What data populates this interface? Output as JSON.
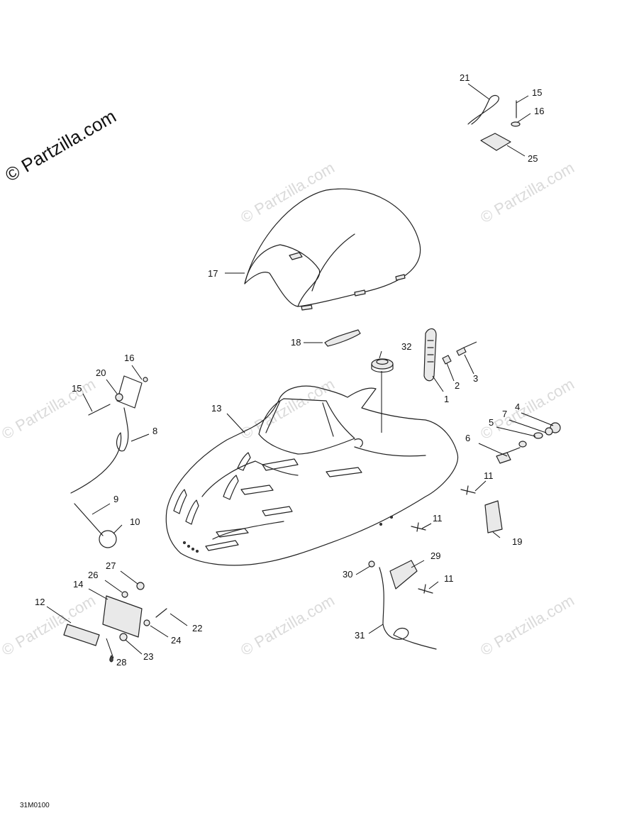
{
  "brand_watermark": "© Partzilla.com",
  "repeated_watermark": "© Partzilla.com",
  "diagram_code": "31M0100",
  "callouts": [
    "1",
    "2",
    "3",
    "4",
    "5",
    "6",
    "7",
    "8",
    "9",
    "10",
    "11",
    "11",
    "11",
    "11",
    "12",
    "13",
    "14",
    "15",
    "15",
    "16",
    "16",
    "17",
    "18",
    "19",
    "20",
    "21",
    "22",
    "23",
    "24",
    "25",
    "26",
    "27",
    "28",
    "29",
    "30",
    "31",
    "32"
  ]
}
